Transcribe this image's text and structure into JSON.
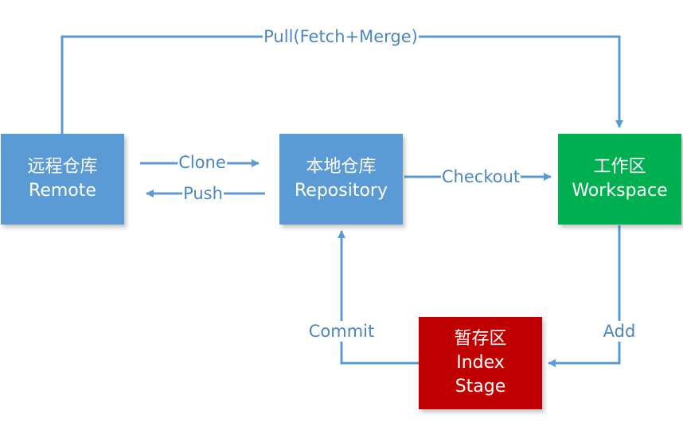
{
  "colors": {
    "arrow": "#5b9bd5",
    "label_text": "#4a86c5",
    "remote": "#5b9bd5",
    "repository": "#5b9bd5",
    "workspace": "#00b050",
    "index": "#c00000",
    "node_text": "#ffffff"
  },
  "nodes": {
    "remote": {
      "zh": "远程仓库",
      "en": "Remote"
    },
    "repository": {
      "zh": "本地仓库",
      "en": "Repository"
    },
    "workspace": {
      "zh": "工作区",
      "en": "Workspace"
    },
    "index": {
      "zh": "暂存区",
      "en": "Index",
      "en2": "Stage"
    }
  },
  "edges": {
    "pull": "Pull(Fetch+Merge)",
    "clone": "Clone",
    "push": "Push",
    "checkout": "Checkout",
    "add": "Add",
    "commit": "Commit"
  }
}
